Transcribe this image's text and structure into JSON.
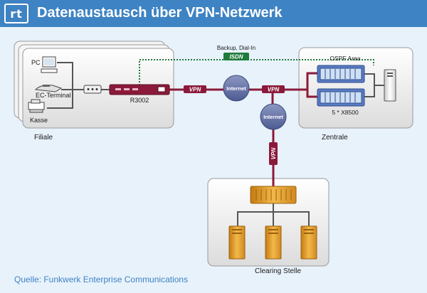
{
  "header": {
    "logo_text": "rt",
    "title": "Datenaustausch über VPN-Netzwerk"
  },
  "diagram": {
    "filiale": {
      "label": "Filiale",
      "devices": [
        "PC",
        "EC-Terminal",
        "Kasse"
      ],
      "router": "R3002"
    },
    "backup": {
      "label": "Backup, Dial-In",
      "isdn": "ISDN"
    },
    "vpn_labels": [
      "VPN",
      "VPN",
      "VPN"
    ],
    "internet_clouds": [
      "Internet",
      "Internet"
    ],
    "zentrale": {
      "label": "Zentrale",
      "ospf": "OSPF Area",
      "cluster": "5 * X8500"
    },
    "clearing": {
      "label": "Clearing Stelle"
    }
  },
  "footer": {
    "source": "Quelle: Funkwerk Enterprise Communications"
  },
  "colors": {
    "header_blue": "#3e83c3",
    "vpn_line": "#8b1a3a",
    "isdn_green": "#1f7a3c",
    "internet_node": "#6b78a8",
    "server_orange": "#e8a42a",
    "zentrale_blue": "#5a7cc4"
  }
}
